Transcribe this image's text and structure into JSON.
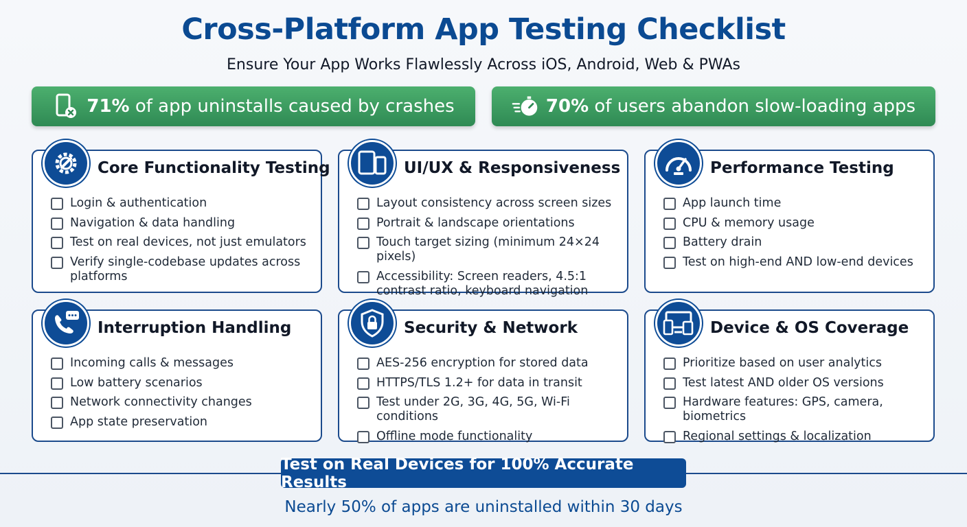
{
  "header": {
    "title": "Cross-Platform App Testing Checklist",
    "subtitle": "Ensure Your App Works Flawlessly Across iOS, Android, Web & PWAs"
  },
  "stats": [
    {
      "icon": "phone-crash-icon",
      "highlight": "71%",
      "text": " of app uninstalls caused by crashes"
    },
    {
      "icon": "stopwatch-icon",
      "highlight": "70%",
      "text": " of users abandon slow-loading apps"
    }
  ],
  "cards": [
    {
      "icon": "gear-wrench-icon",
      "title": "Core Functionality Testing",
      "items": [
        "Login & authentication",
        "Navigation & data handling",
        "Test on real devices, not just emulators",
        "Verify single-codebase updates across platforms"
      ]
    },
    {
      "icon": "devices-icon",
      "title": "UI/UX & Responsiveness",
      "items": [
        "Layout consistency across screen sizes",
        "Portrait & landscape orientations",
        "Touch target sizing (minimum 24×24 pixels)",
        "Accessibility: Screen readers, 4.5:1 contrast ratio, keyboard navigation"
      ]
    },
    {
      "icon": "speedometer-icon",
      "title": "Performance Testing",
      "items": [
        "App launch time",
        "CPU & memory usage",
        "Battery drain",
        "Test on high-end AND low-end devices"
      ]
    },
    {
      "icon": "phone-chat-icon",
      "title": "Interruption Handling",
      "items": [
        "Incoming calls & messages",
        "Low battery scenarios",
        "Network connectivity changes",
        "App state preservation"
      ]
    },
    {
      "icon": "shield-lock-icon",
      "title": "Security & Network",
      "items": [
        "AES-256 encryption for stored data",
        "HTTPS/TLS 1.2+ for data in transit",
        "Test under 2G, 3G, 4G, 5G, Wi-Fi conditions",
        "Offline mode functionality"
      ]
    },
    {
      "icon": "monitor-devices-icon",
      "title": "Device & OS Coverage",
      "items": [
        "Prioritize based on user analytics",
        "Test latest AND older OS versions",
        "Hardware features: GPS, camera, biometrics",
        "Regional settings & localization"
      ]
    }
  ],
  "footer": {
    "banner": "Test on Real Devices for 100% Accurate Results",
    "note": "Nearly 50% of apps are uninstalled within 30 days"
  },
  "colors": {
    "brand": "#0e4c96",
    "accent": "#3a9a5f"
  }
}
